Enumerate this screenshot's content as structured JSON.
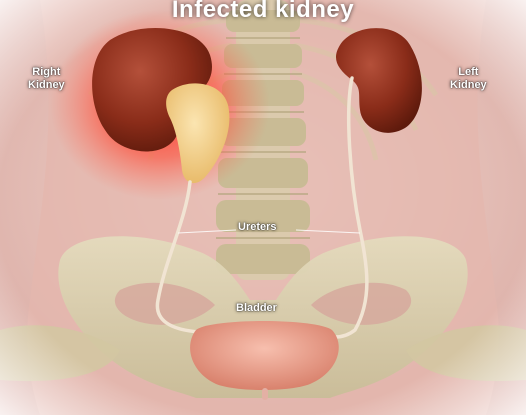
{
  "title": "Infected kidney",
  "labels": {
    "right_kidney": [
      "Right",
      "Kidney"
    ],
    "left_kidney": [
      "Left",
      "Kidney"
    ],
    "ureters": "Ureters",
    "bladder": "Bladder"
  },
  "colors": {
    "background_tint": "#e9c9c4",
    "skin": "#e8bcb4",
    "bone": "#d9cfae",
    "kidney": "#8e2f1c",
    "infection_glow": "#ff3b2f",
    "inflamed_pelvis": "#f3d08a",
    "ureter": "#efe2d2",
    "bladder": "#e9a08e"
  }
}
